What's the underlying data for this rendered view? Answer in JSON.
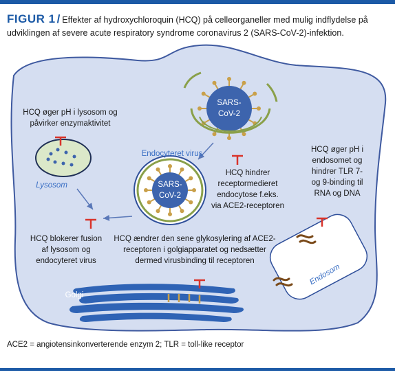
{
  "figure": {
    "label": "FIGUR 1",
    "caption": "Effekter af hydroxychloroquin (HCQ) på celleorganeller med mulig indflydelse på udviklingen af severe acute respiratory syndrome coronavirus 2 (SARS-CoV-2)-infektion."
  },
  "diagram": {
    "virus_outer_label": "SARS-\nCoV-2",
    "virus_inner_label": "SARS-\nCoV-2",
    "endocyteret_virus": "Endocyteret virus",
    "lysosom": "Lysosom",
    "golgi": "Golgi",
    "endosom": "Endosom",
    "hcq_lysosom_ph": "HCQ øger pH i lysosom og\npåvirker enzymaktivitet",
    "hcq_endocytose": "HCQ hindrer\nreceptormedieret\nendocytose f.eks.\nvia ACE2-receptoren",
    "hcq_endosom_ph": "HCQ øger pH i\nendosomet og\nhindrer TLR 7-\nog 9-binding til\nRNA og DNA",
    "hcq_fusion": "HCQ blokerer fusion\naf lysosom og\nendocyteret virus",
    "hcq_glykosylering": "HCQ ændrer den sene glykosylering af ACE2-\nreceptoren i golgiapparatet og nedsætter\ndermed virusbinding til receptoren"
  },
  "colors": {
    "brand_blue": "#1c5aa6",
    "cell_fill": "#d5def1",
    "cell_stroke": "#3f5aa0",
    "virus_blue": "#3d64ad",
    "spike_gold": "#c9a04a",
    "membrane_green": "#8aa04a",
    "inhibitor_red": "#d9342b",
    "lysosome_green": "#dbe8c9",
    "golgi_blue": "#2f63b5"
  },
  "footnote": "ACE2 = angiotensinkonverterende enzym 2; TLR = toll-like receptor"
}
